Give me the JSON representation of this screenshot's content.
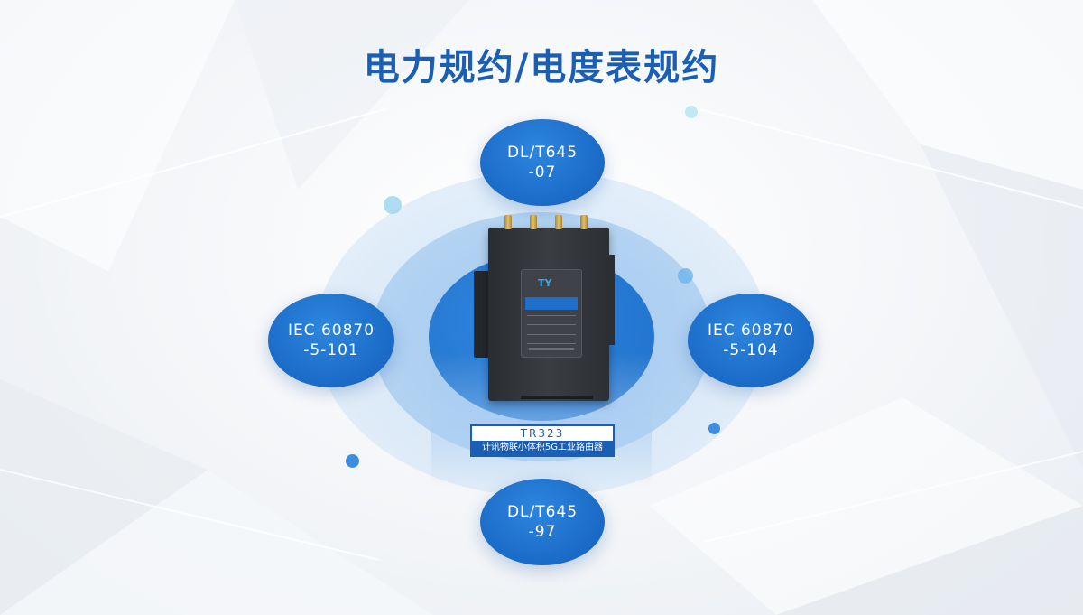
{
  "page": {
    "title": "电力规约/电度表规约"
  },
  "protocols": {
    "top": {
      "line1": "DL/T645",
      "line2": "-07"
    },
    "left": {
      "line1": "IEC 60870",
      "line2": "-5-101"
    },
    "right": {
      "line1": "IEC 60870",
      "line2": "-5-104"
    },
    "bottom": {
      "line1": "DL/T645",
      "line2": "-97"
    }
  },
  "product": {
    "model": "TR323",
    "name": "计讯物联小体积5G工业路由器",
    "logo": "TY"
  },
  "colors": {
    "accent": "#1a5fb4",
    "node": "#1f6fca",
    "device": "#2f3236",
    "antenna": "#c9a44e"
  }
}
